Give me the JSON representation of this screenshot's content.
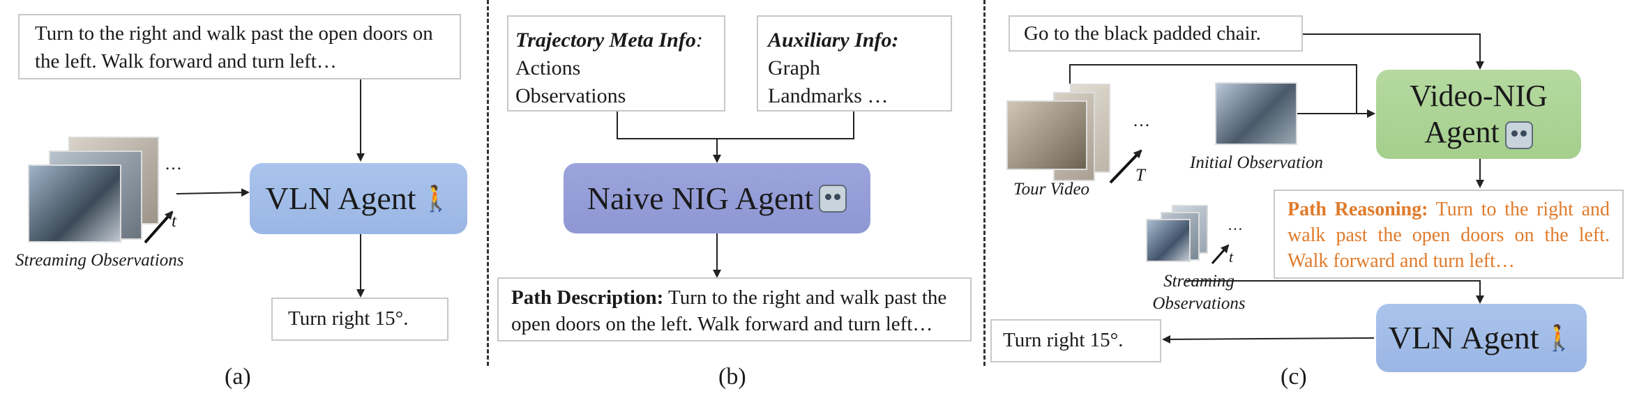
{
  "panel_a": {
    "instruction": "Turn to the right and walk past the open doors on the left. Walk forward and turn left…",
    "agent_label": "VLN Agent",
    "stream_caption": "Streaming Observations",
    "ellipsis": "…",
    "time_label": "t",
    "action": "Turn right 15°.",
    "caption": "(a)"
  },
  "panel_b": {
    "meta_title": "Trajectory Meta Info",
    "meta_colon": ":",
    "meta_items": [
      "Actions",
      "Observations"
    ],
    "aux_title": "Auxiliary Info:",
    "aux_items": [
      "Graph",
      "Landmarks …"
    ],
    "agent_label": "Naive NIG Agent",
    "desc_bold": "Path Description:",
    "desc_text": " Turn to the right and walk past the open doors on the left. Walk forward and turn left…",
    "caption": "(b)"
  },
  "panel_c": {
    "goal": "Go to the black padded chair.",
    "video_agent_line1": "Video-NIG",
    "video_agent_line2": "Agent",
    "tour_caption": "Tour Video",
    "tour_label": "T",
    "ellipsis": "…",
    "initial_caption": "Initial Observation",
    "reasoning_bold": "Path Reasoning:",
    "reasoning_text": " Turn to the right and walk past the open doors on the left. Walk forward and turn left…",
    "stream_caption_line1": "Streaming",
    "stream_caption_line2": "Observations",
    "time_label": "t",
    "agent_label": "VLN Agent",
    "action": "Turn right 15°.",
    "caption": "(c)"
  },
  "colors": {
    "vln_agent": "#9bb6e4",
    "naive_agent": "#8e97d3",
    "video_agent": "#a5cf8d",
    "reasoning_text": "#e07a2a"
  }
}
